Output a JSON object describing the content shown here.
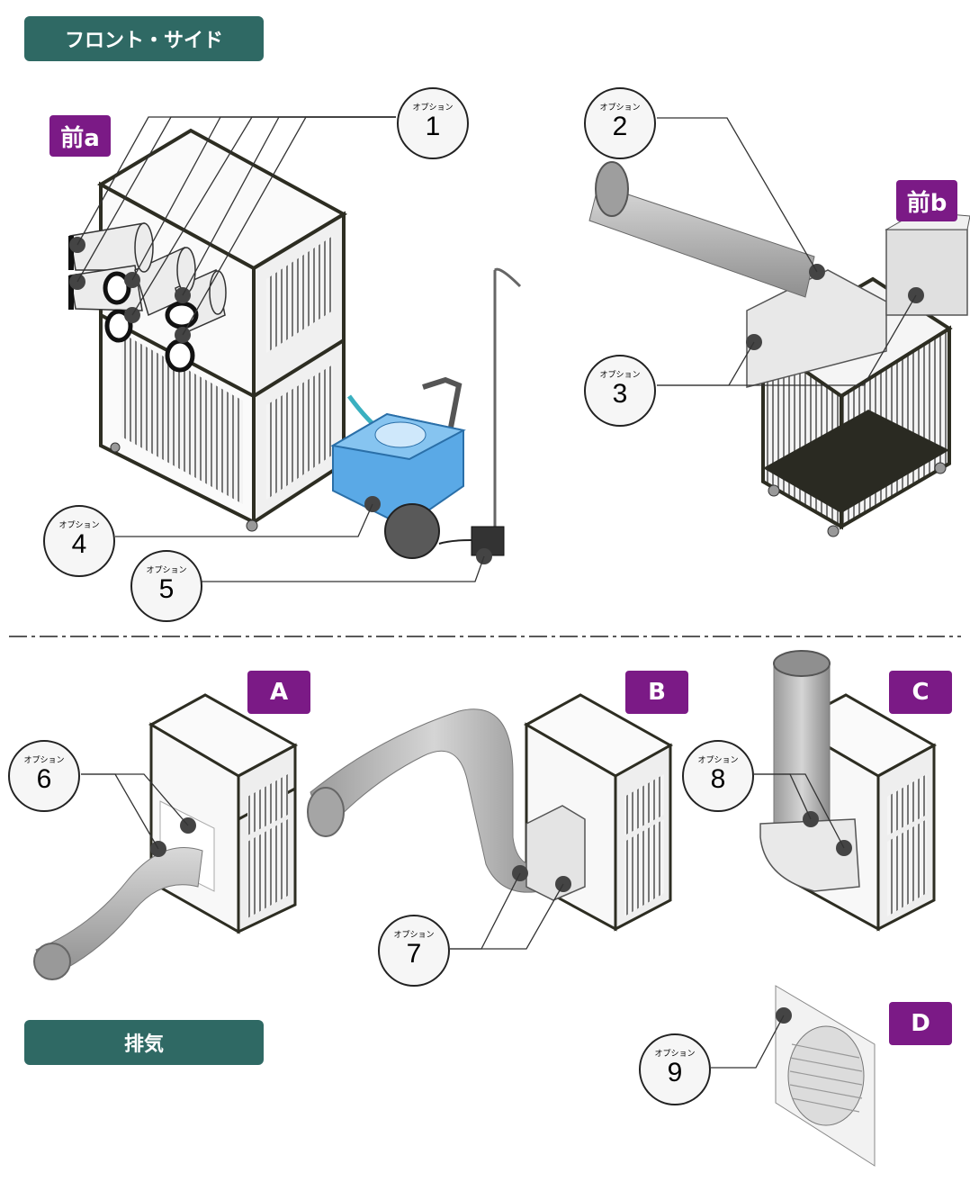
{
  "sections": {
    "front_side": "フロント・サイド",
    "exhaust": "排気"
  },
  "tags": {
    "front_a": "前a",
    "front_b": "前b",
    "a": "A",
    "b": "B",
    "c": "C",
    "d": "D"
  },
  "callouts": [
    {
      "label": "オプション",
      "number": "1"
    },
    {
      "label": "オプション",
      "number": "2"
    },
    {
      "label": "オプション",
      "number": "3"
    },
    {
      "label": "オプション",
      "number": "4"
    },
    {
      "label": "オプション",
      "number": "5"
    },
    {
      "label": "オプション",
      "number": "6"
    },
    {
      "label": "オプション",
      "number": "7"
    },
    {
      "label": "オプション",
      "number": "8"
    },
    {
      "label": "オプション",
      "number": "9"
    }
  ],
  "colors": {
    "banner": "#2f6964",
    "tag": "#7b1a86",
    "tank": "#5aa9e6",
    "frame": "#2d2d22"
  }
}
